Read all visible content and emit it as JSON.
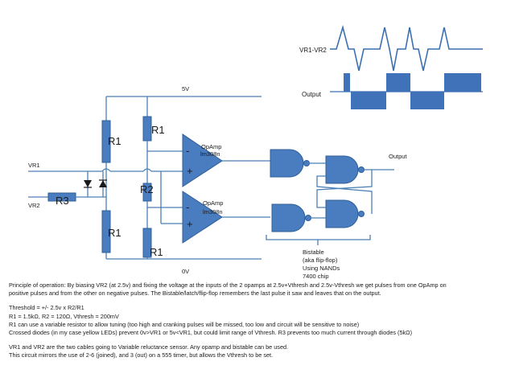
{
  "waveforms": {
    "label_top": "VR1-VR2",
    "label_bottom": "Output"
  },
  "circuit": {
    "rail_top": "5V",
    "rail_bottom": "0V",
    "input_vr1": "VR1",
    "input_vr2": "VR2",
    "r3": "R3",
    "r1_left_top": "R1",
    "r1_left_bottom": "R1",
    "r1_mid_top": "R1",
    "r2": "R2",
    "r1_mid_bottom": "R1",
    "opamp1_line1": "OpAmp",
    "opamp1_line2": "lm308n",
    "opamp2_line1": "OpAmp",
    "opamp2_line2": "lm308n",
    "minus": "-",
    "plus": "+",
    "output": "Output"
  },
  "bistable": {
    "line1": "Bistable",
    "line2": "(aka flip-flop)",
    "line3": "Using NANDs",
    "line4": "7400 chip"
  },
  "notes": {
    "p1": "Principle of operation:  By biasing VR2 (at 2.5v) and fixing the voltage at the inputs of the 2 opamps at  2.5v+Vthresh and 2.5v-Vthresh we get pulses from one OpAmp on",
    "p2": "positive pulses and from the other on negative pulses.  The Bistable/latch/flip-flop  remembers the last pulse it saw and leaves that on the output.",
    "p3": "Threshold = +/- 2.5v x R2/R1",
    "p4": "R1 = 1.5kΩ, R2 = 120Ω, Vthresh = 200mV",
    "p5": "R1 can use a variable resistor to allow tuning (too high and cranking pulses will be missed, too low and circuit will be sensitive to noise)",
    "p6": "Crossed diodes (in my case yellow LEDs) prevent 0v>VR1 or 5v<VR1, but could limit range of Vthresh.  R3 prevents too much current through diodes (5kΩ)",
    "p7": "VR1 and VR2 are the two cables going to Variable reluctance sensor.  Any opamp and bistable can be used.",
    "p8": "This circuit mirrors the use of  2-6 (joined), and 3 (out) on a 555 timer, but allows the Vthresh to be set."
  },
  "colors": {
    "component_fill": "#4a7cc0",
    "wire": "#4a7fb5"
  }
}
